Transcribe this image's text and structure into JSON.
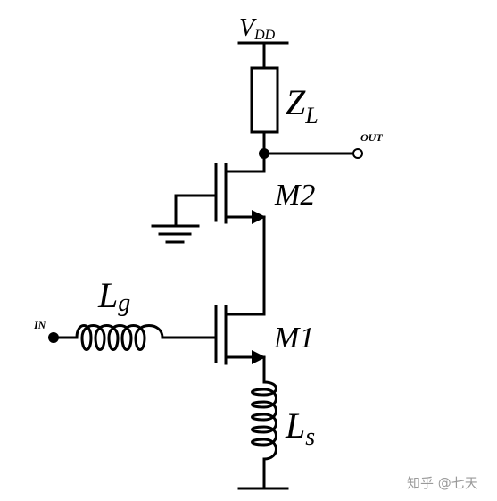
{
  "labels": {
    "vdd_main": "V",
    "vdd_sub": "DD",
    "zl_main": "Z",
    "zl_sub": "L",
    "out": "OUT",
    "in": "IN",
    "m2": "M2",
    "m1": "M1",
    "lg_main": "L",
    "lg_sub": "g",
    "ls_main": "L",
    "ls_sub": "s"
  },
  "watermark": "知乎 @七天"
}
